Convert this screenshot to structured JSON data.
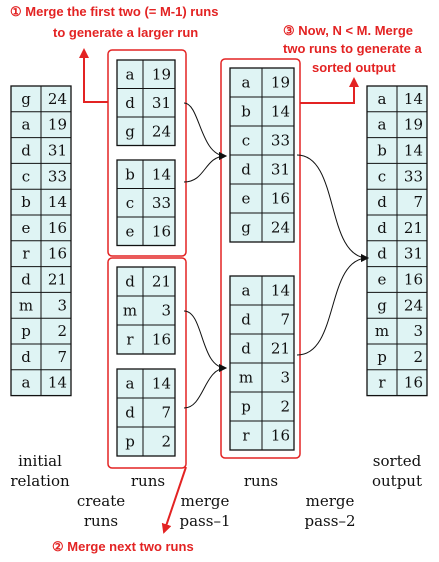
{
  "annotations": {
    "a1_line1": "① Merge the first two (= M-1) runs",
    "a1_line2": "to generate a larger run",
    "a2": "② Merge next two runs",
    "a3_line1": "③ Now, N < M. Merge",
    "a3_line2": "two runs to generate a",
    "a3_line3": "sorted output"
  },
  "labels": {
    "initial": "initial",
    "relation": "relation",
    "runs1": "runs",
    "create": "create",
    "runs_create": "runs",
    "merge1": "merge",
    "pass1": "pass–1",
    "runs2": "runs",
    "merge2": "merge",
    "pass2": "pass–2",
    "sorted": "sorted",
    "output": "output"
  },
  "tables": {
    "initial": [
      [
        "g",
        "24"
      ],
      [
        "a",
        "19"
      ],
      [
        "d",
        "31"
      ],
      [
        "c",
        "33"
      ],
      [
        "b",
        "14"
      ],
      [
        "e",
        "16"
      ],
      [
        "r",
        "16"
      ],
      [
        "d",
        "21"
      ],
      [
        "m",
        "3"
      ],
      [
        "p",
        "2"
      ],
      [
        "d",
        "7"
      ],
      [
        "a",
        "14"
      ]
    ],
    "runs1_1": [
      [
        "a",
        "19"
      ],
      [
        "d",
        "31"
      ],
      [
        "g",
        "24"
      ]
    ],
    "runs1_2": [
      [
        "b",
        "14"
      ],
      [
        "c",
        "33"
      ],
      [
        "e",
        "16"
      ]
    ],
    "runs1_3": [
      [
        "d",
        "21"
      ],
      [
        "m",
        "3"
      ],
      [
        "r",
        "16"
      ]
    ],
    "runs1_4": [
      [
        "a",
        "14"
      ],
      [
        "d",
        "7"
      ],
      [
        "p",
        "2"
      ]
    ],
    "runs2_1": [
      [
        "a",
        "19"
      ],
      [
        "b",
        "14"
      ],
      [
        "c",
        "33"
      ],
      [
        "d",
        "31"
      ],
      [
        "e",
        "16"
      ],
      [
        "g",
        "24"
      ]
    ],
    "runs2_2": [
      [
        "a",
        "14"
      ],
      [
        "d",
        "7"
      ],
      [
        "d",
        "21"
      ],
      [
        "m",
        "3"
      ],
      [
        "p",
        "2"
      ],
      [
        "r",
        "16"
      ]
    ],
    "output": [
      [
        "a",
        "14"
      ],
      [
        "a",
        "19"
      ],
      [
        "b",
        "14"
      ],
      [
        "c",
        "33"
      ],
      [
        "d",
        "7"
      ],
      [
        "d",
        "21"
      ],
      [
        "d",
        "31"
      ],
      [
        "e",
        "16"
      ],
      [
        "g",
        "24"
      ],
      [
        "m",
        "3"
      ],
      [
        "p",
        "2"
      ],
      [
        "r",
        "16"
      ]
    ]
  },
  "colors": {
    "cell_fill": "#dff4f4",
    "accent": "#e32323"
  }
}
